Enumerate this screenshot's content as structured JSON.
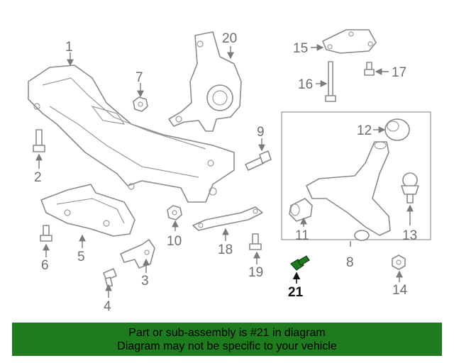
{
  "callouts": {
    "c1": "1",
    "c2": "2",
    "c3": "3",
    "c4": "4",
    "c5": "5",
    "c6": "6",
    "c7": "7",
    "c8": "8",
    "c9": "9",
    "c10": "10",
    "c11": "11",
    "c12": "12",
    "c13": "13",
    "c14": "14",
    "c15": "15",
    "c16": "16",
    "c17": "17",
    "c18": "18",
    "c19": "19",
    "c20": "20",
    "c21": "21"
  },
  "highlight_part": "21",
  "colors": {
    "banner": "#1e7b1e",
    "highlight_part": "#1f7a1f",
    "line": "#8a8a8a"
  },
  "banner": {
    "line1": "Part or sub-assembly is #21 in diagram",
    "line2": "Diagram may not be specific to your vehicle"
  }
}
